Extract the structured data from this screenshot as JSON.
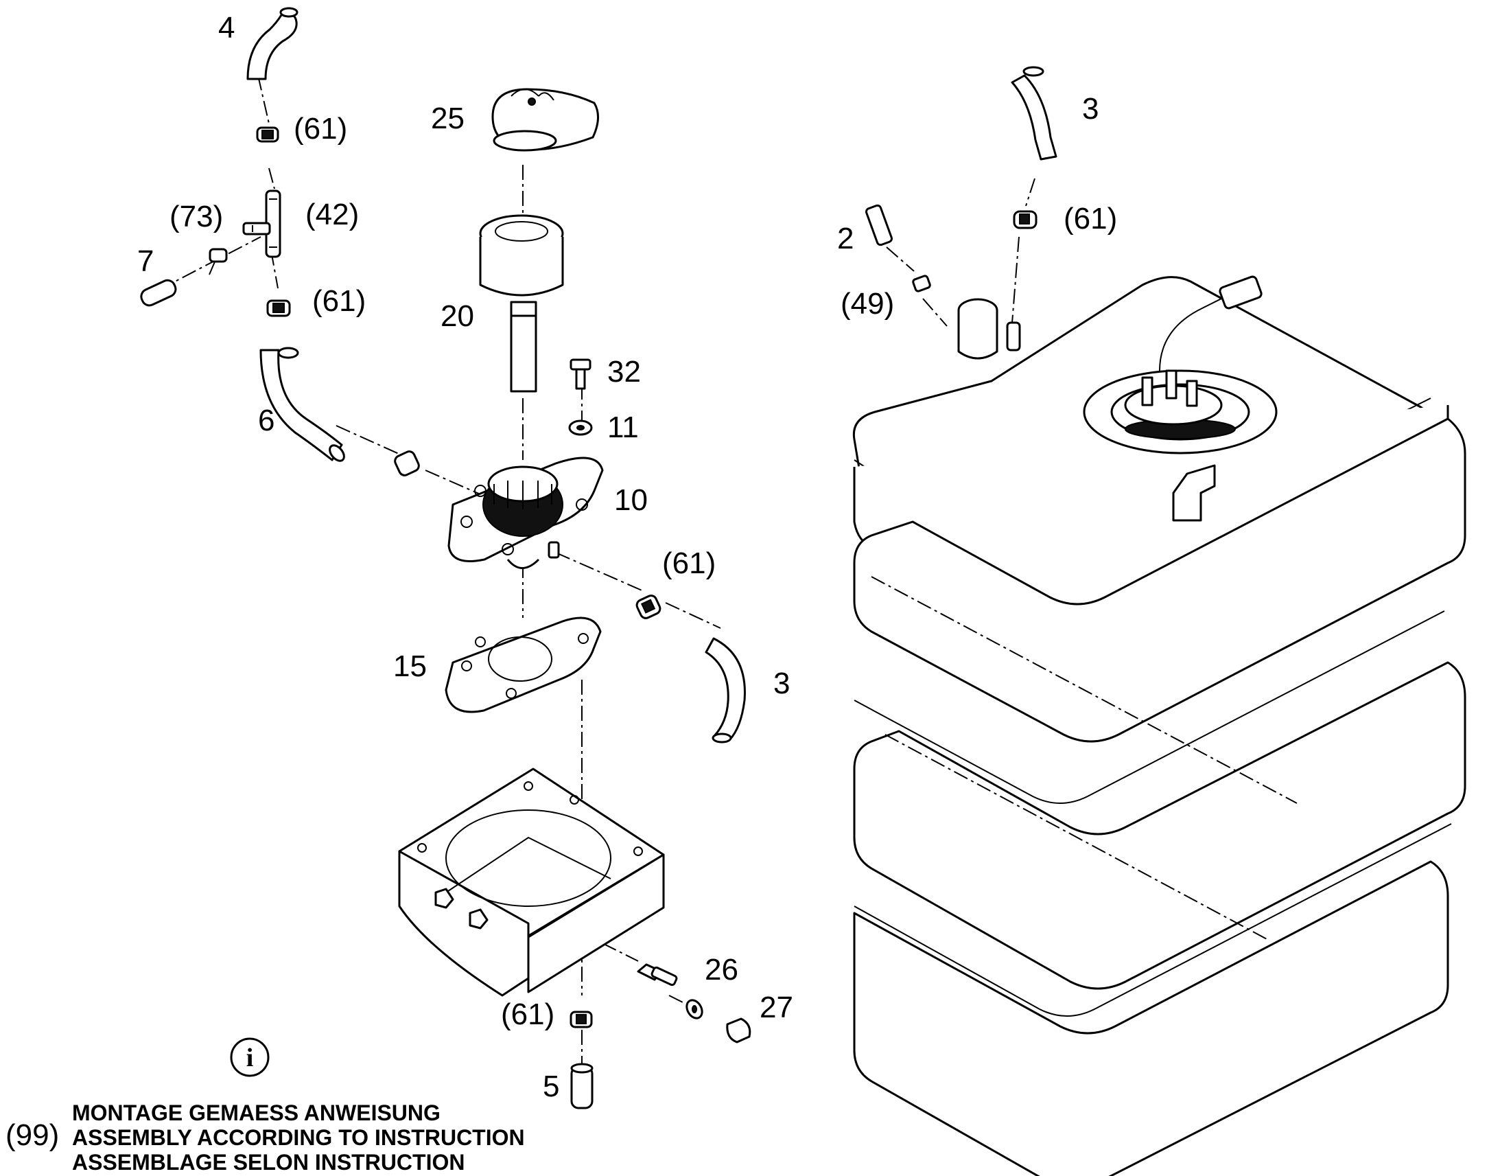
{
  "labels": {
    "p4": "4",
    "p61_a": "(61)",
    "p73": "(73)",
    "p42": "(42)",
    "p7": "7",
    "p61_b": "(61)",
    "p6": "6",
    "p25": "25",
    "p20": "20",
    "p32": "32",
    "p11": "11",
    "p10": "10",
    "p61_c": "(61)",
    "p15": "15",
    "p3_left": "3",
    "p26": "26",
    "p27": "27",
    "p61_d": "(61)",
    "p5": "5",
    "p3_right": "3",
    "p61_e": "(61)",
    "p2": "2",
    "p49": "(49)"
  },
  "note": {
    "icon": "info-icon",
    "ref": "(99)",
    "line_de": "MONTAGE GEMAESS ANWEISUNG",
    "line_en": "ASSEMBLY ACCORDING TO INSTRUCTION",
    "line_fr": "ASSEMBLAGE SELON INSTRUCTION"
  }
}
